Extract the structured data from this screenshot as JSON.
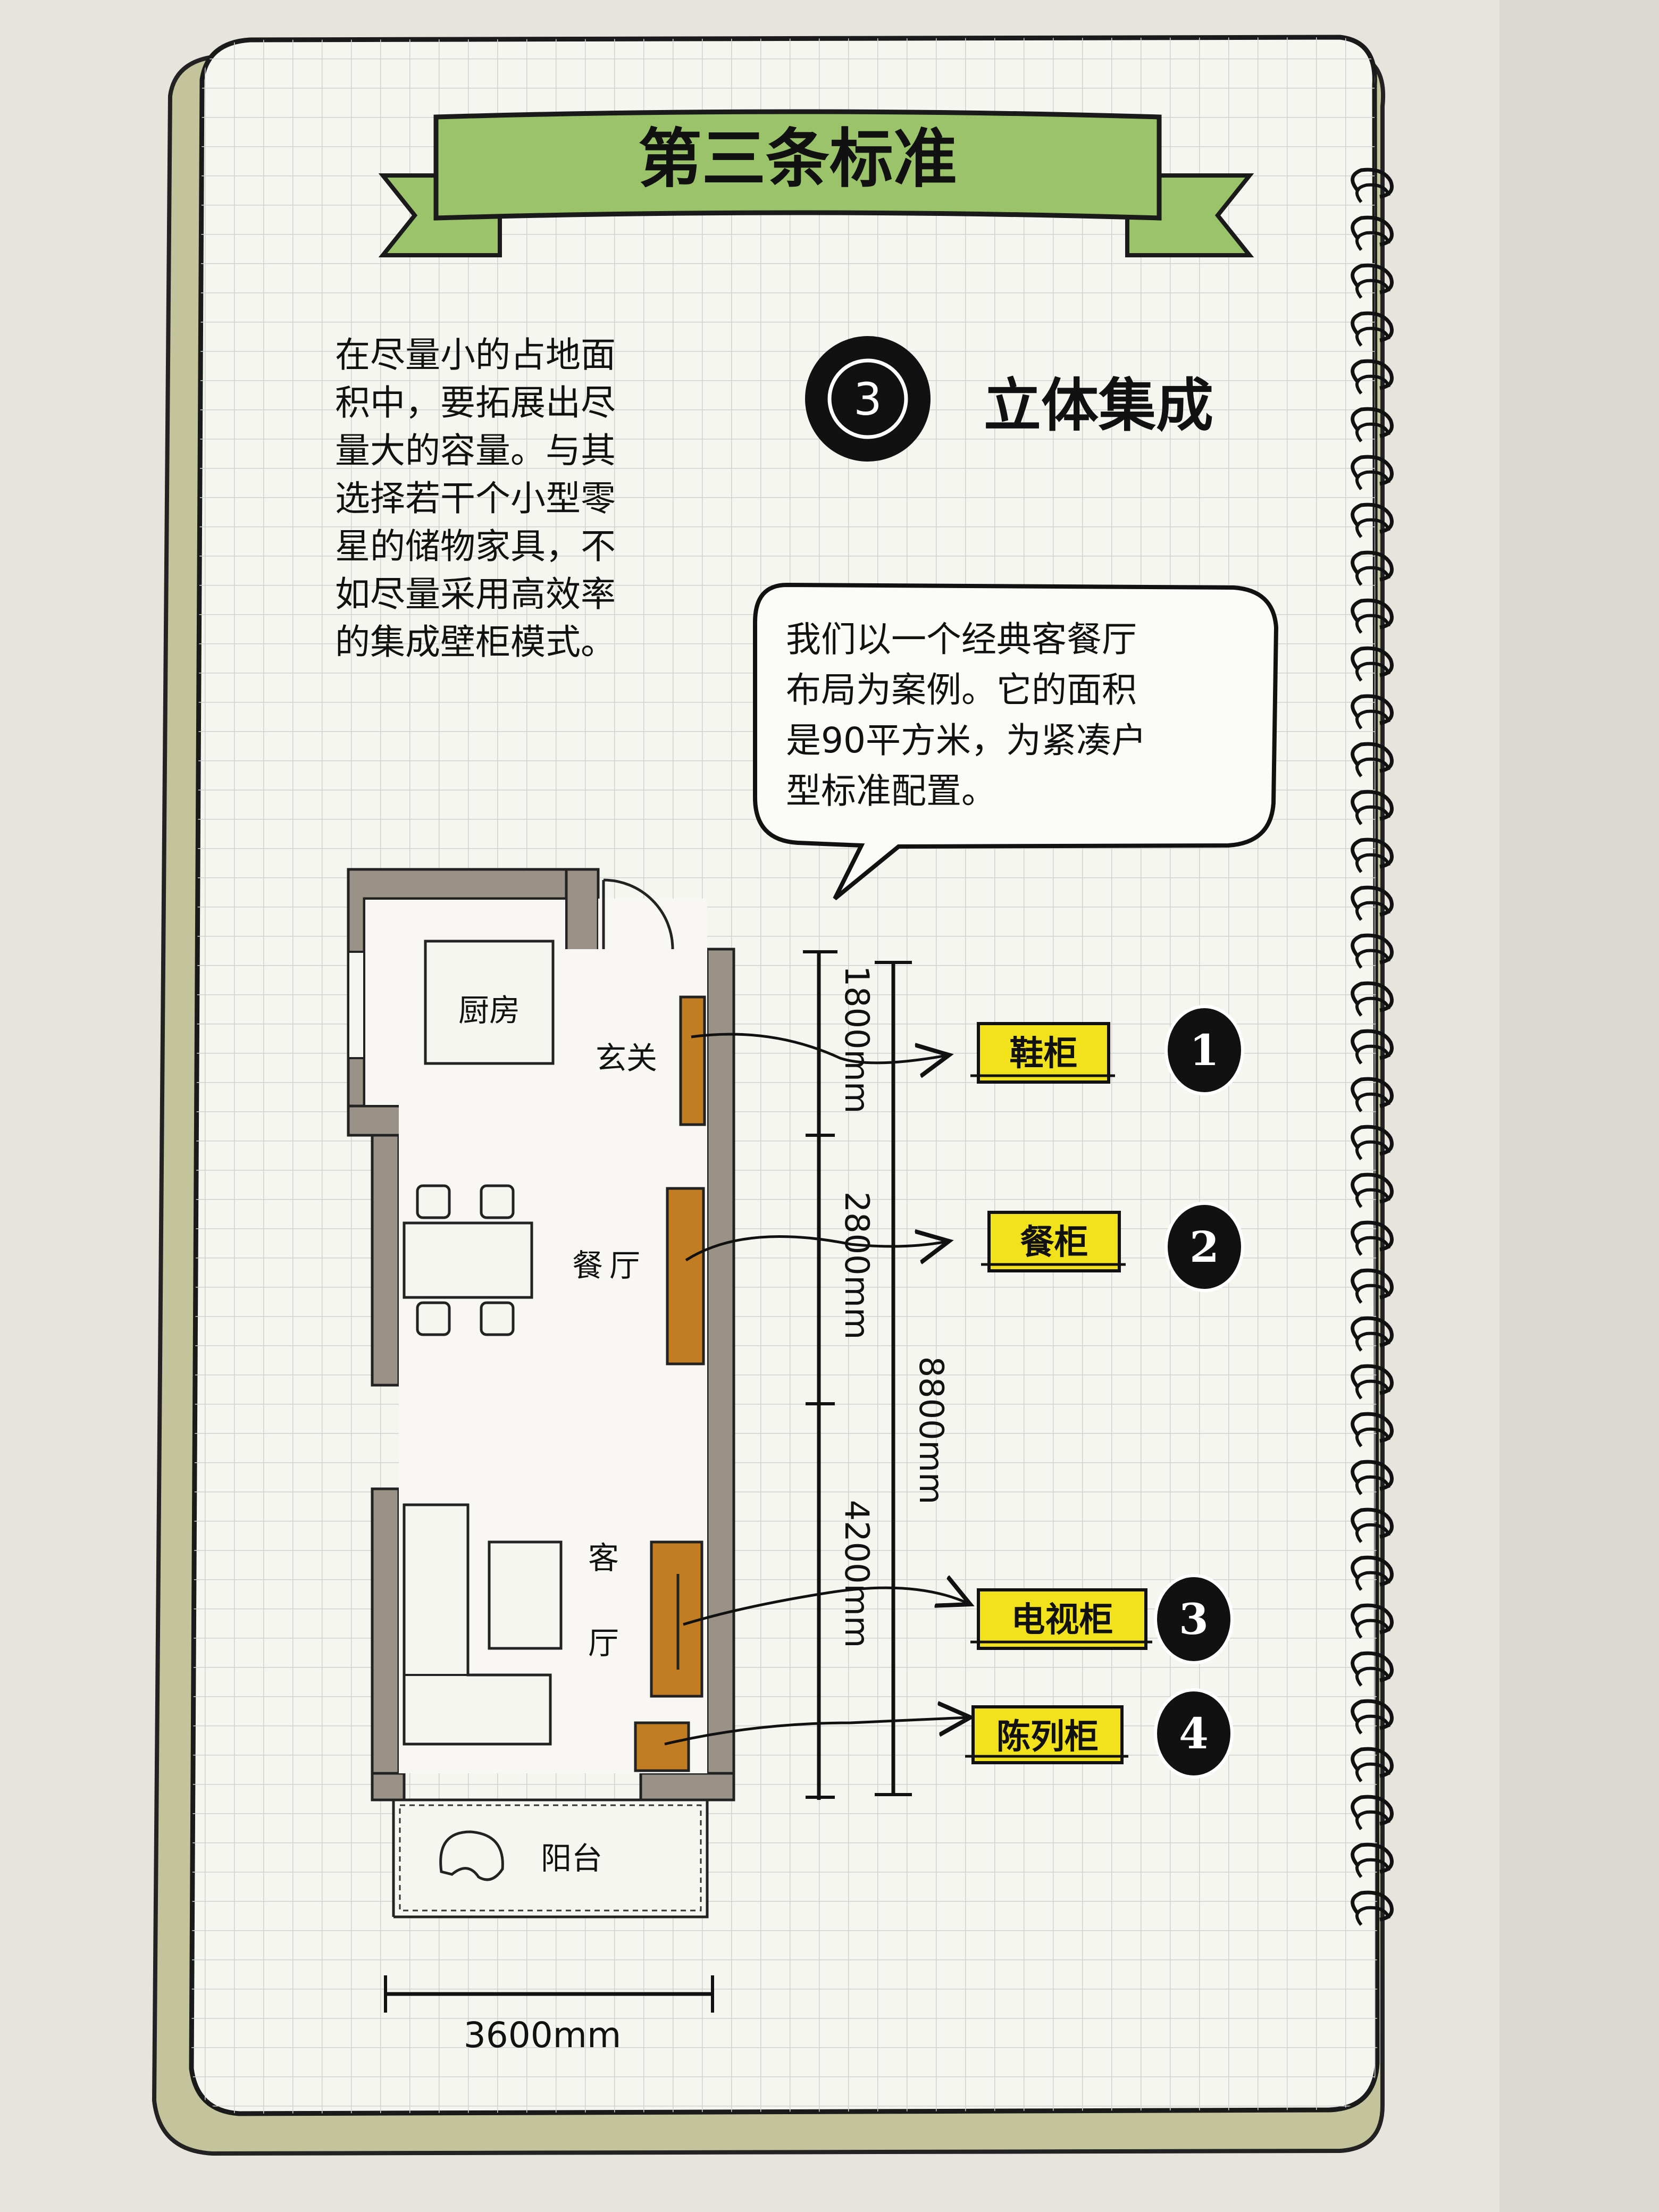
{
  "title": "第三条标准",
  "intro_lines": [
    "在尽量小的占地面",
    "积中，要拓展出尽",
    "量大的容量。与其",
    "选择若干个小型零",
    "星的储物家具，不",
    "如尽量采用高效率",
    "的集成壁柜模式。"
  ],
  "section": {
    "number": "3",
    "heading": "立体集成"
  },
  "bubble_lines": [
    "我们以一个经典客餐厅",
    "布局为案例。它的面积",
    "是90平方米，为紧凑户",
    "型标准配置。"
  ],
  "rooms": {
    "kitchen": "厨房",
    "entry": "玄关",
    "dining_1": "餐",
    "dining_2": "厅",
    "living_1": "客",
    "living_2": "厅",
    "balcony": "阳台"
  },
  "dimensions": {
    "entry": "1800mm",
    "dining": "2800mm",
    "living": "4200mm",
    "total": "8800mm",
    "width": "3600mm"
  },
  "cabinets": [
    {
      "num": "1",
      "label": "鞋柜"
    },
    {
      "num": "2",
      "label": "餐柜"
    },
    {
      "num": "3",
      "label": "电视柜"
    },
    {
      "num": "4",
      "label": "陈列柜"
    }
  ],
  "colors": {
    "banner": "#9bc46a",
    "highlight": "#f2e21c",
    "cabinet": "#c27c22",
    "wall": "#9a9187",
    "paper": "#f6f6f1",
    "grid": "#d2d4d0",
    "ink": "#111111"
  }
}
